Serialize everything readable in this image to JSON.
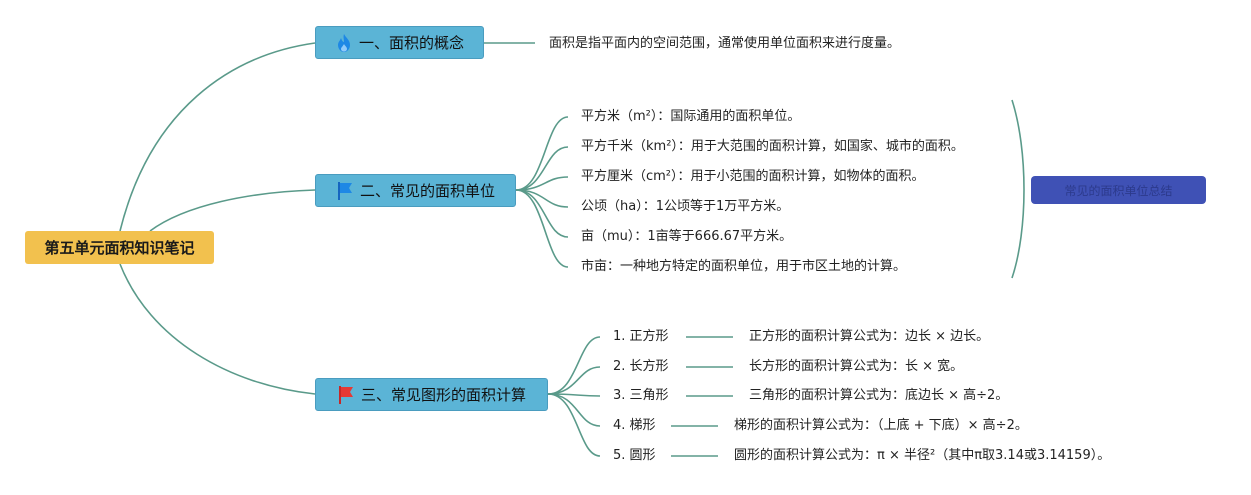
{
  "root": {
    "title": "第五单元面积知识笔记"
  },
  "topics": [
    {
      "title": "一、面积的概念",
      "icon": "fire-icon",
      "note": "面积是指平面内的空间范围，通常使用单位面积来进行度量。"
    },
    {
      "title": "二、常见的面积单位",
      "icon": "blue-flag-icon",
      "items": [
        "平方米（m²）：国际通用的面积单位。",
        "平方千米（km²）：用于大范围的面积计算，如国家、城市的面积。",
        "平方厘米（cm²）：用于小范围的面积计算，如物体的面积。",
        "公顷（ha）：1公顷等于1万平方米。",
        "亩（mu）：1亩等于666.67平方米。",
        "市亩：一种地方特定的面积单位，用于市区土地的计算。"
      ],
      "summary": "常见的面积单位总结"
    },
    {
      "title": "三、常见图形的面积计算",
      "icon": "red-flag-icon",
      "shapes": [
        {
          "name": "1. 正方形",
          "formula": "正方形的面积计算公式为：边长 × 边长。"
        },
        {
          "name": "2. 长方形",
          "formula": "长方形的面积计算公式为：长 × 宽。"
        },
        {
          "name": "3. 三角形",
          "formula": "三角形的面积计算公式为：底边长 × 高÷2。"
        },
        {
          "name": "4. 梯形",
          "formula": "梯形的面积计算公式为：（上底 + 下底）× 高÷2。"
        },
        {
          "name": "5. 圆形",
          "formula": "圆形的面积计算公式为：π × 半径²（其中π取3.14或3.14159）。"
        }
      ]
    }
  ],
  "colors": {
    "connector": "#5a9a8a",
    "root": "#f2c14e",
    "topic": "#5bb4d6",
    "summary": "#3f51b5"
  }
}
